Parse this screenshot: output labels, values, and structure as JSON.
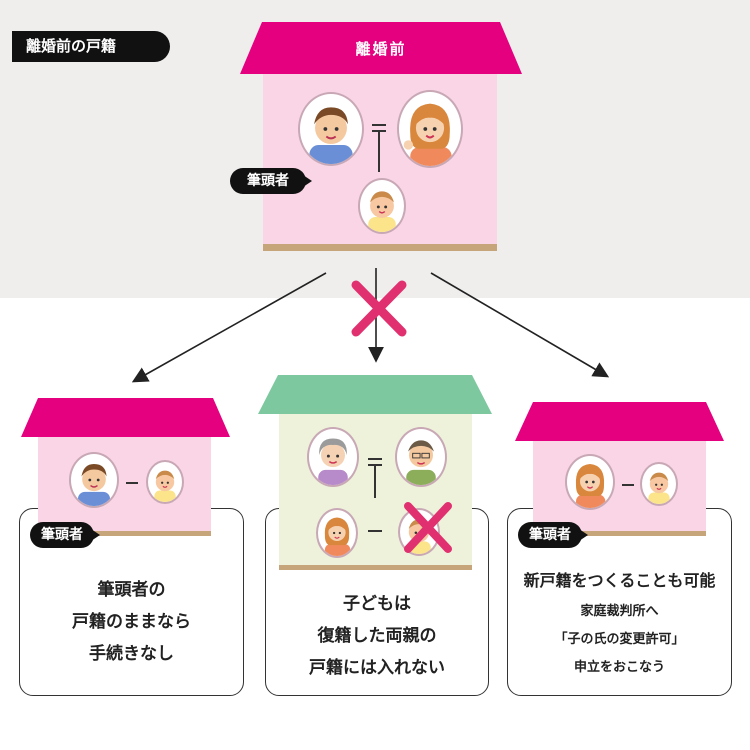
{
  "tag_label": "離婚前の戸籍",
  "top_house": {
    "roof_label": "離婚前",
    "badge": "筆頭者"
  },
  "left_house": {
    "badge": "筆頭者",
    "lines": [
      "筆頭者の",
      "戸籍のままなら",
      "手続きなし"
    ]
  },
  "middle_house": {
    "lines": [
      "子どもは",
      "復籍した両親の",
      "戸籍には入れない"
    ]
  },
  "right_house": {
    "badge": "筆頭者",
    "headline": "新戸籍をつくることも可能",
    "lines": [
      "家庭裁判所へ",
      "「子の氏の変更許可」",
      "申立をおこなう"
    ]
  },
  "colors": {
    "magenta": "#e4007f",
    "pink_wall": "#f9d5e5",
    "green_roof": "#7ec8a0",
    "green_wall": "#eef2da",
    "floor": "#c6a57a",
    "cross": "#e0306f"
  },
  "icons": [
    "father-face-icon",
    "mother-face-icon",
    "child-face-icon",
    "grandmother-face-icon",
    "grandfather-face-icon",
    "cross-mark-icon",
    "arrow-icon"
  ]
}
